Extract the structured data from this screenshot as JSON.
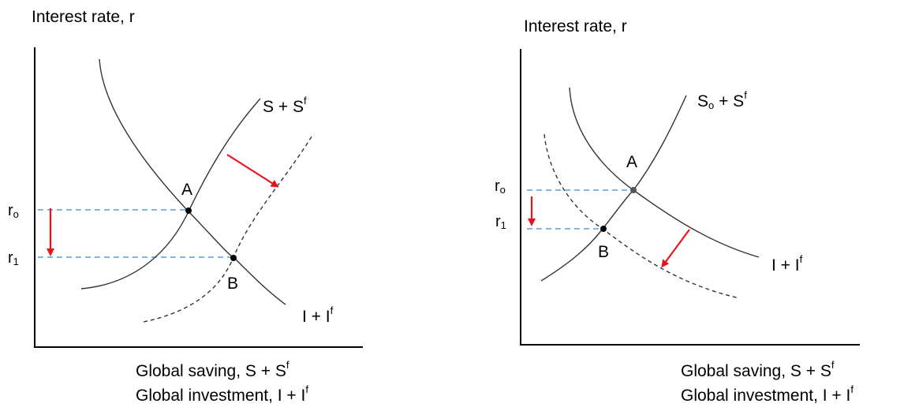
{
  "left_panel": {
    "y_axis_label": "Interest rate, r",
    "x_axis_label_line1": "Global saving, S + S",
    "x_axis_label_line1_sup": "f",
    "x_axis_label_line2": "Global investment, I + I",
    "x_axis_label_line2_sup": "f",
    "r0_label": "r",
    "r0_sub": "o",
    "r1_label": "r",
    "r1_sub": "1",
    "point_a": "A",
    "point_b": "B",
    "saving_curve_label": "S + S",
    "saving_curve_sup": "f",
    "investment_curve_label": "I + I",
    "investment_curve_sup": "f"
  },
  "right_panel": {
    "y_axis_label": "Interest rate, r",
    "x_axis_label_line1": "Global saving, S + S",
    "x_axis_label_line1_sup": "f",
    "x_axis_label_line2": "Global investment, I + I",
    "x_axis_label_line2_sup": "f",
    "r0_label": "r",
    "r0_sub": "o",
    "r1_label": "r",
    "r1_sub": "1",
    "point_a": "A",
    "point_b": "B",
    "saving_curve_label": "S",
    "saving_curve_sub": "o",
    "saving_curve_label_rest": " + S",
    "saving_curve_sup": "f",
    "investment_curve_label": "I + I",
    "investment_curve_sup": "f"
  },
  "colors": {
    "shift_arrow": "#e8141b",
    "guide_line": "#5b9bd5",
    "curve": "#333333"
  }
}
